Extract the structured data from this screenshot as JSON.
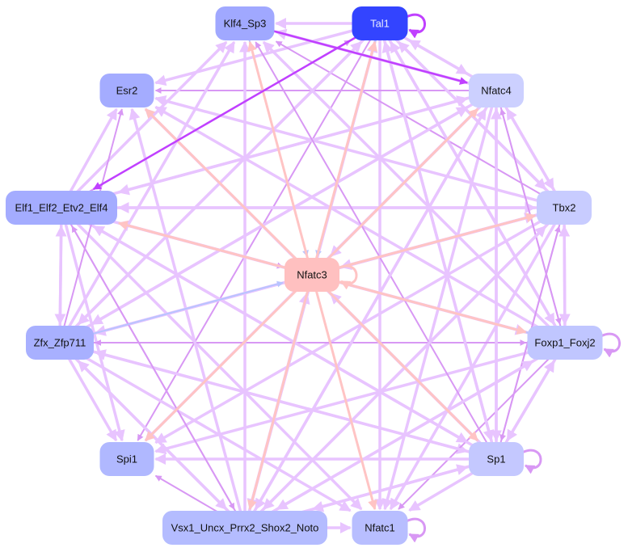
{
  "nodes": [
    {
      "id": "Klf4_Sp3",
      "fill": "#a0a8ff",
      "text": "#111111"
    },
    {
      "id": "Tal1",
      "fill": "#3344ff",
      "text": "#e8ecff"
    },
    {
      "id": "Nfatc4",
      "fill": "#ccd0ff",
      "text": "#111111"
    },
    {
      "id": "Esr2",
      "fill": "#a4acff",
      "text": "#111111"
    },
    {
      "id": "Elf1_Elf2_Etv2_Elf4",
      "fill": "#a4acff",
      "text": "#111111"
    },
    {
      "id": "Tbx2",
      "fill": "#c8ccff",
      "text": "#111111"
    },
    {
      "id": "Nfatc3",
      "fill": "#ffc0c0",
      "text": "#111111"
    },
    {
      "id": "Zfx_Zfp711",
      "fill": "#a8b0ff",
      "text": "#111111"
    },
    {
      "id": "Foxp1_Foxj2",
      "fill": "#c0c6ff",
      "text": "#111111"
    },
    {
      "id": "Spi1",
      "fill": "#b0b8ff",
      "text": "#111111"
    },
    {
      "id": "Sp1",
      "fill": "#c4c8ff",
      "text": "#111111"
    },
    {
      "id": "Vsx1_Uncx_Prrx2_Shox2_Noto",
      "fill": "#b4bcff",
      "text": "#111111"
    },
    {
      "id": "Nfatc1",
      "fill": "#b8beff",
      "text": "#111111"
    }
  ],
  "edge_colors": {
    "default": "#e8c4ff",
    "medium": "#d898f4",
    "strong": "#c040ff",
    "pink": "#ffc4c4",
    "blue": "#b8c4ff"
  },
  "edges_strong": [
    [
      "Klf4_Sp3",
      "Nfatc4"
    ],
    [
      "Tal1",
      "Elf1_Elf2_Etv2_Elf4"
    ],
    [
      "Tal1",
      "Tal1"
    ]
  ],
  "edges_pink": [
    [
      "Nfatc3",
      "Klf4_Sp3"
    ],
    [
      "Nfatc3",
      "Tal1"
    ],
    [
      "Nfatc3",
      "Nfatc4"
    ],
    [
      "Nfatc3",
      "Tbx2"
    ],
    [
      "Nfatc3",
      "Foxp1_Foxj2"
    ],
    [
      "Nfatc3",
      "Nfatc1"
    ],
    [
      "Nfatc3",
      "Vsx1_Uncx_Prrx2_Shox2_Noto"
    ],
    [
      "Nfatc3",
      "Spi1"
    ],
    [
      "Nfatc3",
      "Esr2"
    ],
    [
      "Nfatc3",
      "Elf1_Elf2_Etv2_Elf4"
    ],
    [
      "Nfatc3",
      "Sp1"
    ],
    [
      "Nfatc3",
      "Nfatc3"
    ]
  ],
  "edges_blue": [
    [
      "Zfx_Zfp711",
      "Nfatc3"
    ],
    [
      "Foxp1_Foxj2",
      "Nfatc3"
    ],
    [
      "Klf4_Sp3",
      "Nfatc3"
    ],
    [
      "Tal1",
      "Nfatc3"
    ]
  ],
  "self_loops": [
    "Foxp1_Foxj2",
    "Sp1",
    "Nfatc1"
  ]
}
